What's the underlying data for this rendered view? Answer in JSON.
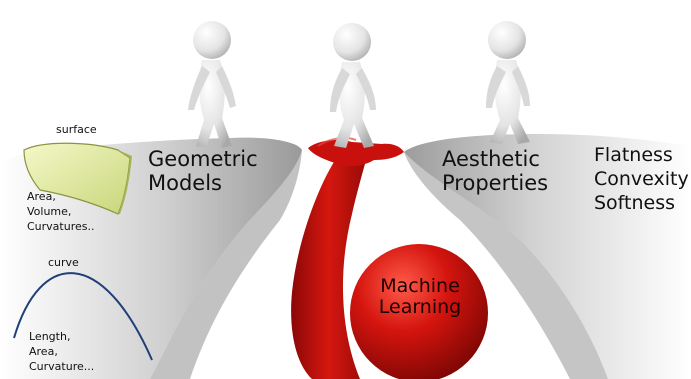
{
  "left_cliff": {
    "line1": "Geometric",
    "line2": "Models"
  },
  "right_cliff": {
    "line1": "Aesthetic",
    "line2": "Properties"
  },
  "properties": {
    "p1": "Flatness",
    "p2": "Convexity",
    "p3": "Softness"
  },
  "center": {
    "line1": "Machine",
    "line2": "Learning"
  },
  "surface": {
    "label": "surface",
    "m1": "Area,",
    "m2": "Volume,",
    "m3": "Curvatures.."
  },
  "curve": {
    "label": "curve",
    "m1": "Length,",
    "m2": "Area,",
    "m3": "Curvature..."
  },
  "colors": {
    "hand_red": "#c8100c",
    "surface_fill": "#e8efae",
    "curve_stroke": "#1f3f78",
    "cliff_gray": "#b5b5b5"
  }
}
